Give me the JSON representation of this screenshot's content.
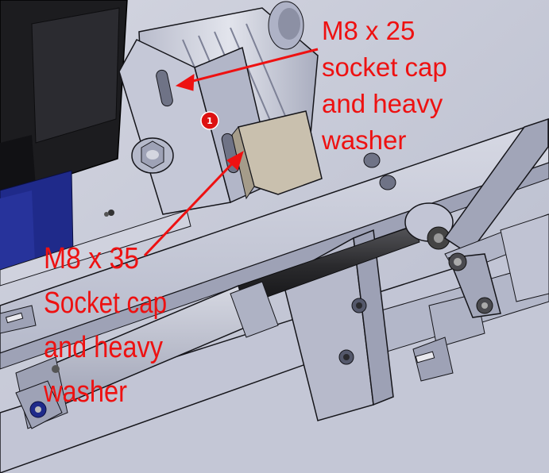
{
  "annotations": {
    "top_callout": [
      "M8 x 25",
      "socket cap",
      "and heavy",
      "washer"
    ],
    "bottom_callout": [
      "M8 x 35",
      "Socket cap",
      "and heavy",
      "washer"
    ]
  },
  "marker": {
    "label": "1"
  },
  "colors": {
    "annotation": "#ee1111",
    "steel_light": "#c9ccdb",
    "steel_mid": "#aeb2c6",
    "steel_dark": "#7d8196",
    "motor_black": "#1c1c1f",
    "motor_blue": "#1f2a8a",
    "rod_dark": "#2b2b2e",
    "edge": "#15151a"
  }
}
